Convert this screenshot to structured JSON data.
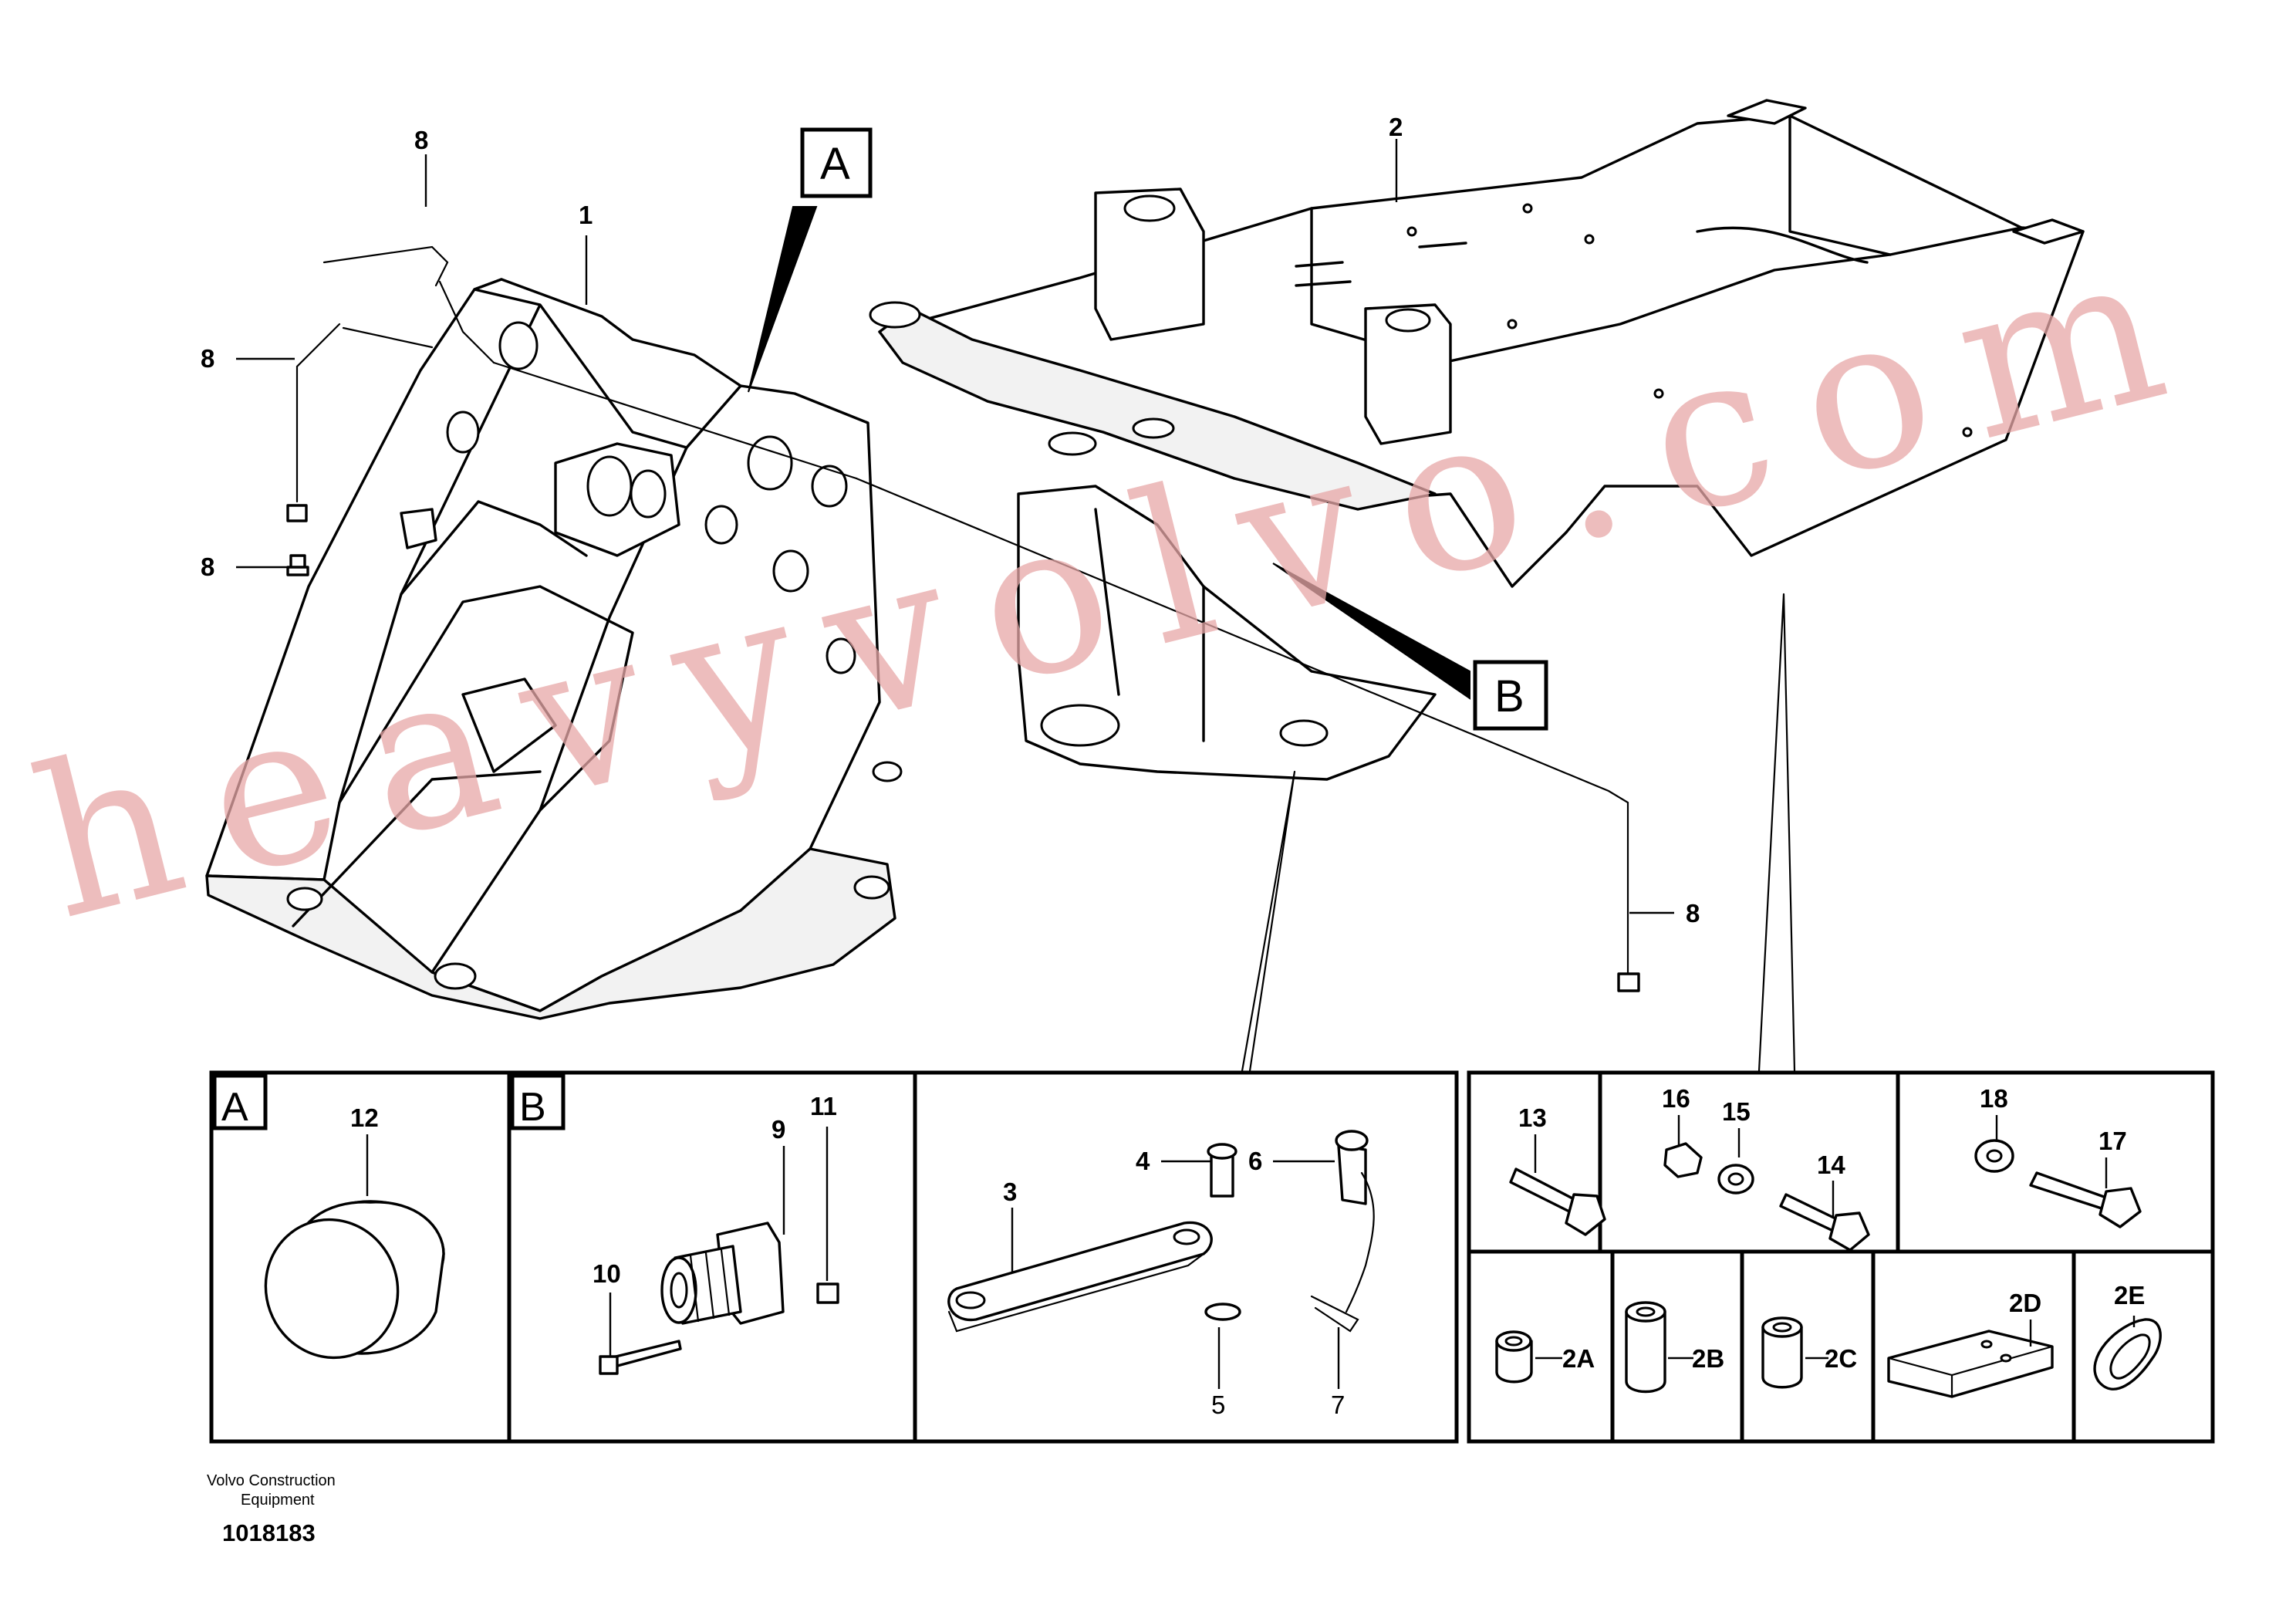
{
  "diagram": {
    "view_labels": {
      "a": "A",
      "b": "B"
    },
    "callouts": {
      "c1": "1",
      "c2": "2",
      "c3": "3",
      "c4": "4",
      "c5": "5",
      "c6": "6",
      "c7": "7",
      "c8": "8",
      "c9": "9",
      "c10": "10",
      "c11": "11",
      "c12": "12",
      "c13": "13",
      "c14": "14",
      "c15": "15",
      "c16": "16",
      "c17": "17",
      "c18": "18",
      "c2a": "2A",
      "c2b": "2B",
      "c2c": "2C",
      "c2d": "2D",
      "c2e": "2E"
    }
  },
  "footer": {
    "company_line1": "Volvo Construction",
    "company_line2": "Equipment",
    "drawing_number": "1018183"
  },
  "watermark": {
    "text": "heavyvolvo.com",
    "color": "#e8a8a8"
  }
}
